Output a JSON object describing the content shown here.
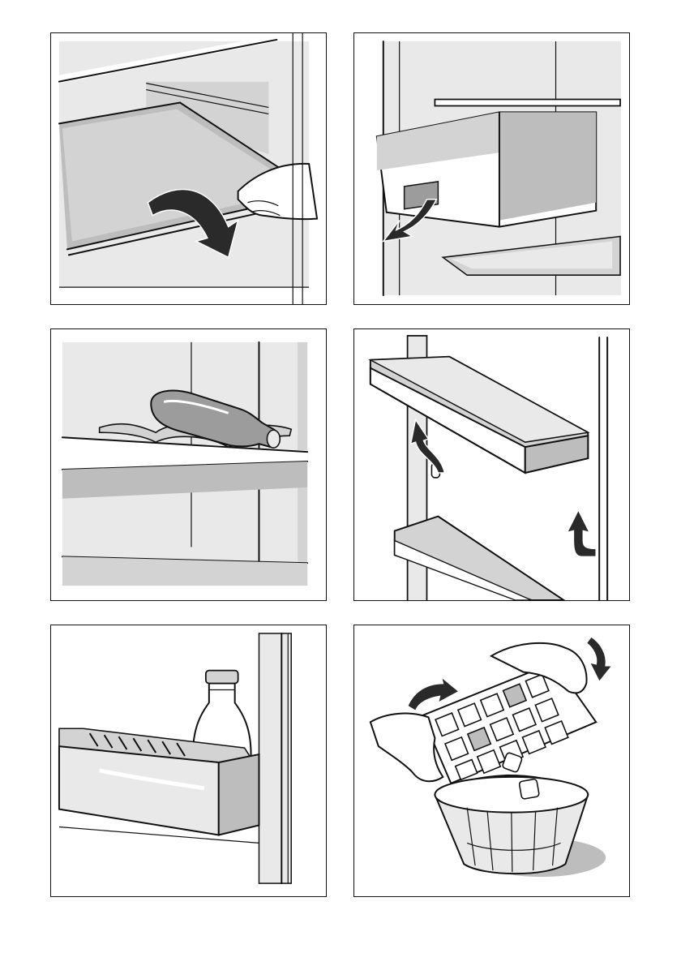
{
  "panels": [
    {
      "id": "p1",
      "icon": "glass-shelf-removal-illustration"
    },
    {
      "id": "p2",
      "icon": "drawer-removal-illustration"
    },
    {
      "id": "p3",
      "icon": "bottle-rack-illustration"
    },
    {
      "id": "p4",
      "icon": "door-shelf-removal-illustration"
    },
    {
      "id": "p5",
      "icon": "bottle-door-shelf-illustration"
    },
    {
      "id": "p6",
      "icon": "ice-cube-tray-illustration"
    }
  ]
}
